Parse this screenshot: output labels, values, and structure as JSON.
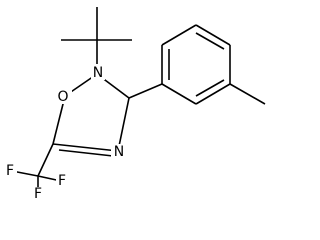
{
  "molecule": {
    "atoms": {
      "N_ring": "N",
      "O_ring": "O",
      "N_imine": "N",
      "F1": "F",
      "F2": "F",
      "F3": "F"
    }
  }
}
